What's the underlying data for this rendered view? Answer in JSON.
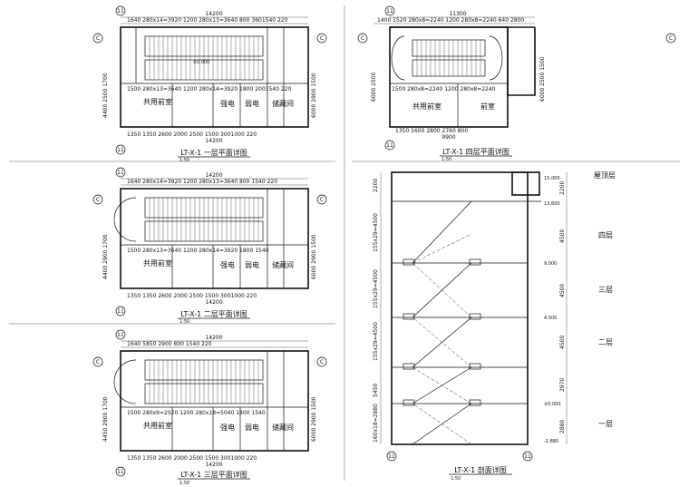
{
  "plans": {
    "p1": {
      "title": "LT-X-1 一层平面详图",
      "scale": "1:50",
      "top_total": "14200",
      "top_dims": "1640   280x14=3920   1200   280x13=3640   800 3601540 220",
      "mid_dims": "1500   280x13=3640   1200   280x14=3920   1800 2001540 220",
      "bottom_dims": "1350   1350   2600   2000 2500   1500 3001000 220",
      "bottom_total": "14200",
      "left_dims": "4400   2500   1700",
      "right_dims": "6000   2900   1500",
      "rooms": [
        "共用前室",
        "强电",
        "弱电",
        "储藏间"
      ],
      "axes": [
        "11",
        "C",
        "11"
      ],
      "level": "±0.000"
    },
    "p2": {
      "title": "LT-X-1 二层平面详图",
      "scale": "1:50",
      "top_total": "14200",
      "top_dims": "1640   280x14=3920   1200   280x13=3640   800 1540 220",
      "mid_dims": "1500   280x13=3640   1200   280x14=3920   1800 1540",
      "bottom_dims": "1350   1350   2600   2000 2500   1500 3001000 220",
      "bottom_total": "14200",
      "left_dims": "4400   2900   1700",
      "right_dims": "6000   2900   1500",
      "rooms": [
        "共用前室",
        "强电",
        "弱电",
        "储藏间"
      ],
      "axes": [
        "11",
        "C",
        "11"
      ]
    },
    "p3": {
      "title": "LT-X-1 三层平面详图",
      "scale": "1:50",
      "top_total": "14200",
      "top_dims": "1640   5850   2900   800 1540 220",
      "mid_dims": "1500   280x9=2520   1200   280x18=5040   1800 1540",
      "bottom_dims": "1350   1350   2600   2000 2500   1500 3001000 220",
      "bottom_total": "14200",
      "left_dims": "4450   2900   1700",
      "right_dims": "6000   2900   1500",
      "rooms": [
        "共用前室",
        "强电",
        "弱电",
        "储藏间"
      ],
      "axes": [
        "11",
        "C",
        "11"
      ]
    },
    "p4": {
      "title": "LT-X-1 四层平面详图",
      "scale": "1:50",
      "top_total": "11300",
      "top_dims": "1400 1520   280x8=2240   1200   280x8=2240   640 2800",
      "mid_dims": "1500   280x8=2240   1200   280x8=2240",
      "bottom_dims": "1350   1600   2800   2760   800",
      "bottom_total": "9900",
      "left_dims": "6000   2500",
      "right_dims": "6000   2500   1500",
      "rooms": [
        "共用前室",
        "前室"
      ],
      "axes": [
        "11",
        "C",
        "11"
      ]
    }
  },
  "section": {
    "title": "LT-X-1 剖面详图",
    "scale": "1:50",
    "left_dims": [
      "2200",
      "155x29=4500",
      "155x29=4500",
      "155x29=4500",
      "5450",
      "160x18=2880"
    ],
    "right_dims": [
      "2200",
      "4500",
      "4500",
      "4500",
      "2970",
      "2880"
    ],
    "floor_labels": [
      "屋顶层",
      "四层",
      "三层",
      "二层",
      "一层"
    ],
    "levels": [
      "15.000",
      "13.600",
      "9.000",
      "4.500",
      "±0.000",
      "-2.880"
    ],
    "axes": [
      "11",
      "11"
    ]
  }
}
